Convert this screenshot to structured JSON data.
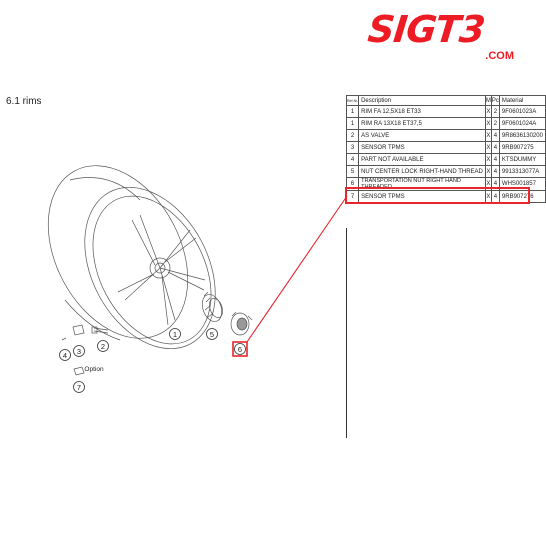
{
  "brand": {
    "logo_text": "SIGT3",
    "logo_domain": ".COM",
    "accent_color": "#ed1c24"
  },
  "section": {
    "title": "6.1  rims"
  },
  "table": {
    "headers": {
      "ref": "Ref-Nr.",
      "description": "Description",
      "m": "M",
      "pc": "Pc",
      "material": "Material"
    },
    "rows": [
      {
        "ref": "1",
        "description": "RIM FA 12,5X18 ET33",
        "m": "X",
        "pc": "2",
        "material": "9F0601023A"
      },
      {
        "ref": "1",
        "description": "RIM RA 13X18 ET37,5",
        "m": "X",
        "pc": "2",
        "material": "9F0601024A"
      },
      {
        "ref": "2",
        "description": "AS VALVE",
        "m": "X",
        "pc": "4",
        "material": "9R8636130200"
      },
      {
        "ref": "3",
        "description": "SENSOR TPMS",
        "m": "X",
        "pc": "4",
        "material": "9RB907275"
      },
      {
        "ref": "4",
        "description": "PART NOT AVAILABLE",
        "m": "X",
        "pc": "4",
        "material": "KTSDUMMY"
      },
      {
        "ref": "5",
        "description": "NUT CENTER LOCK RIGHT-HAND THREAD",
        "m": "X",
        "pc": "4",
        "material": "9913313077A"
      },
      {
        "ref": "6",
        "description": "TRANSPORTATION NUT RIGHT HAND THREADED",
        "m": "X",
        "pc": "4",
        "material": "WHS001857"
      },
      {
        "ref": "7",
        "description": "SENSOR TPMS",
        "m": "X",
        "pc": "4",
        "material": "9RB907276"
      }
    ],
    "highlight_color": "#e8262b"
  },
  "diagram": {
    "callouts": {
      "c1": "1",
      "c2": "2",
      "c3": "3",
      "c4": "4",
      "c5": "5",
      "c6": "6",
      "c7": "7"
    },
    "option_label": "Option"
  }
}
